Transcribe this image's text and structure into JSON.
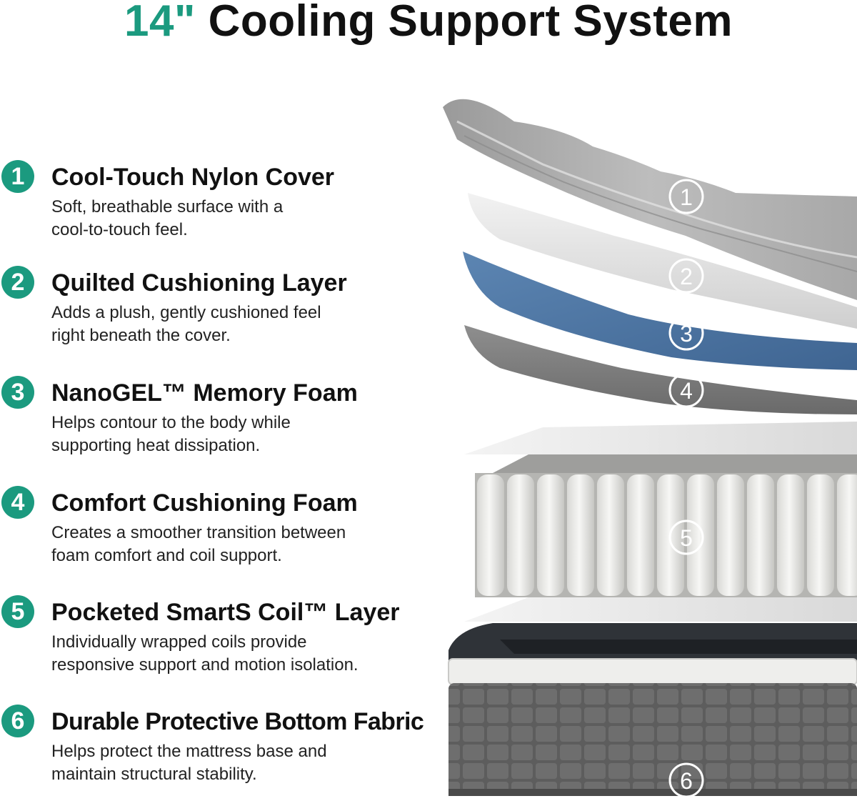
{
  "title": {
    "size": "14\"",
    "rest": "Cooling Support System"
  },
  "accent_color": "#1b9a7f",
  "layers": [
    {
      "num": "1",
      "heading": "Cool-Touch Nylon Cover",
      "desc": [
        "Soft, breathable surface with a",
        "cool-to-touch feel."
      ]
    },
    {
      "num": "2",
      "heading": "Quilted Cushioning Layer",
      "desc": [
        "Adds a plush, gently cushioned feel",
        "right beneath the cover."
      ]
    },
    {
      "num": "3",
      "heading": "NanoGEL™ Memory Foam",
      "desc": [
        "Helps contour to the body while",
        "supporting heat dissipation."
      ]
    },
    {
      "num": "4",
      "heading": "Comfort Cushioning Foam",
      "desc": [
        "Creates a smoother transition between",
        "foam comfort and coil support."
      ]
    },
    {
      "num": "5",
      "heading": "Pocketed SmartS Coil™ Layer",
      "desc": [
        "Individually wrapped coils provide",
        "responsive support and motion isolation."
      ]
    },
    {
      "num": "6",
      "heading": "Durable Protective Bottom Fabric",
      "desc": [
        "Helps protect the mattress base and",
        "maintain structural stability."
      ]
    }
  ],
  "art_labels": [
    "1",
    "2",
    "3",
    "4",
    "5",
    "6"
  ]
}
